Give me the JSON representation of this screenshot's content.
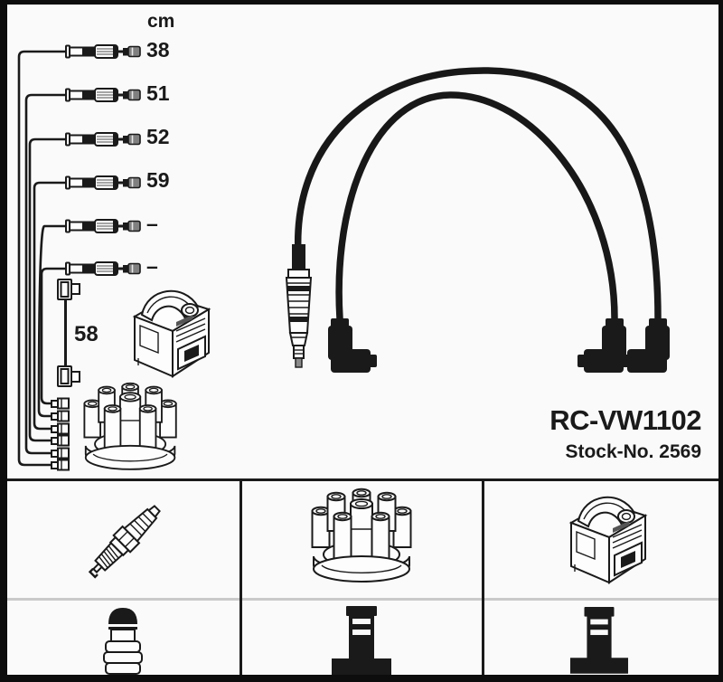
{
  "product": {
    "part_number": "RC-VW1102",
    "stock_number": "Stock-No. 2569"
  },
  "cable_list": {
    "unit_header": "cm",
    "lengths": [
      "38",
      "51",
      "52",
      "59",
      "–",
      "–"
    ],
    "coil_lead_length": "58"
  },
  "drawings": {
    "upper_left": [
      "ignition-lead-tree-drawing",
      "coil-lead-drawing",
      "ignition-coil-drawing",
      "distributor-cap-drawing"
    ],
    "center": [
      "ignition-cables-drawing"
    ]
  },
  "legend_grid": {
    "row1_icons": [
      "spark-plug-icon",
      "distributor-cap-icon",
      "ignition-coil-icon"
    ],
    "row2_icons": [
      "boot-terminal-icon",
      "coil-tower-terminal-icon",
      "distributor-tower-terminal-icon"
    ]
  },
  "colors": {
    "ink": "#1a1a1a",
    "paper": "#fafafa",
    "frame": "#0d0d0d",
    "row_divider": "#c9c9c9"
  }
}
